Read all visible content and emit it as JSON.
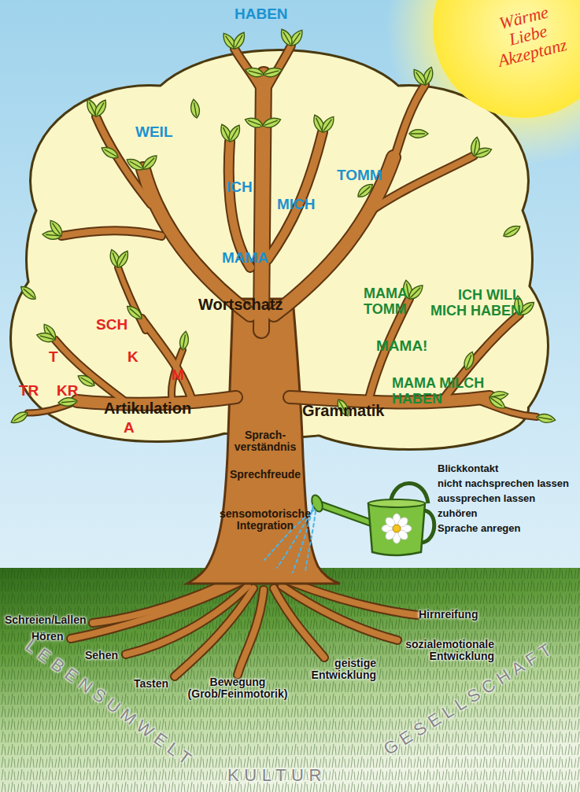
{
  "diagram": {
    "nodes": [
      {
        "text": [
          "Wärme Liebe Akzeptanz"
        ]
      }
    ],
    "labels": [
      "HABEN",
      "WEIL",
      "ICH",
      "TOMM",
      "MICH",
      "MAMA",
      "SCH",
      "Wortschatz",
      "MAMA TOMM",
      "ICH WILL MICH HABEN",
      "T",
      "K",
      "M",
      "MAMA!",
      "TR",
      "KR",
      "Artikulation",
      "Grammatik",
      "A",
      "MAMA MILCH HABEN",
      "Sprach- verständnis",
      "Blickkontakt",
      "nicht nachsprechen lassen",
      "aussprechen lassen",
      "zuhören",
      "Sprache anregen",
      "Sprechfreude",
      "sensomotorische Integration",
      "Schreien/Lallen",
      "Hirnreifung",
      "Hören",
      "sozialemotionale Entwicklung",
      "Sehen",
      "geistige Entwicklung",
      "Tasten",
      "Bewegung (Grob/Feinmotorik)",
      "LEBENSUMWELT",
      "KULTUR",
      "GESELLSCHAFT"
    ]
  }
}
